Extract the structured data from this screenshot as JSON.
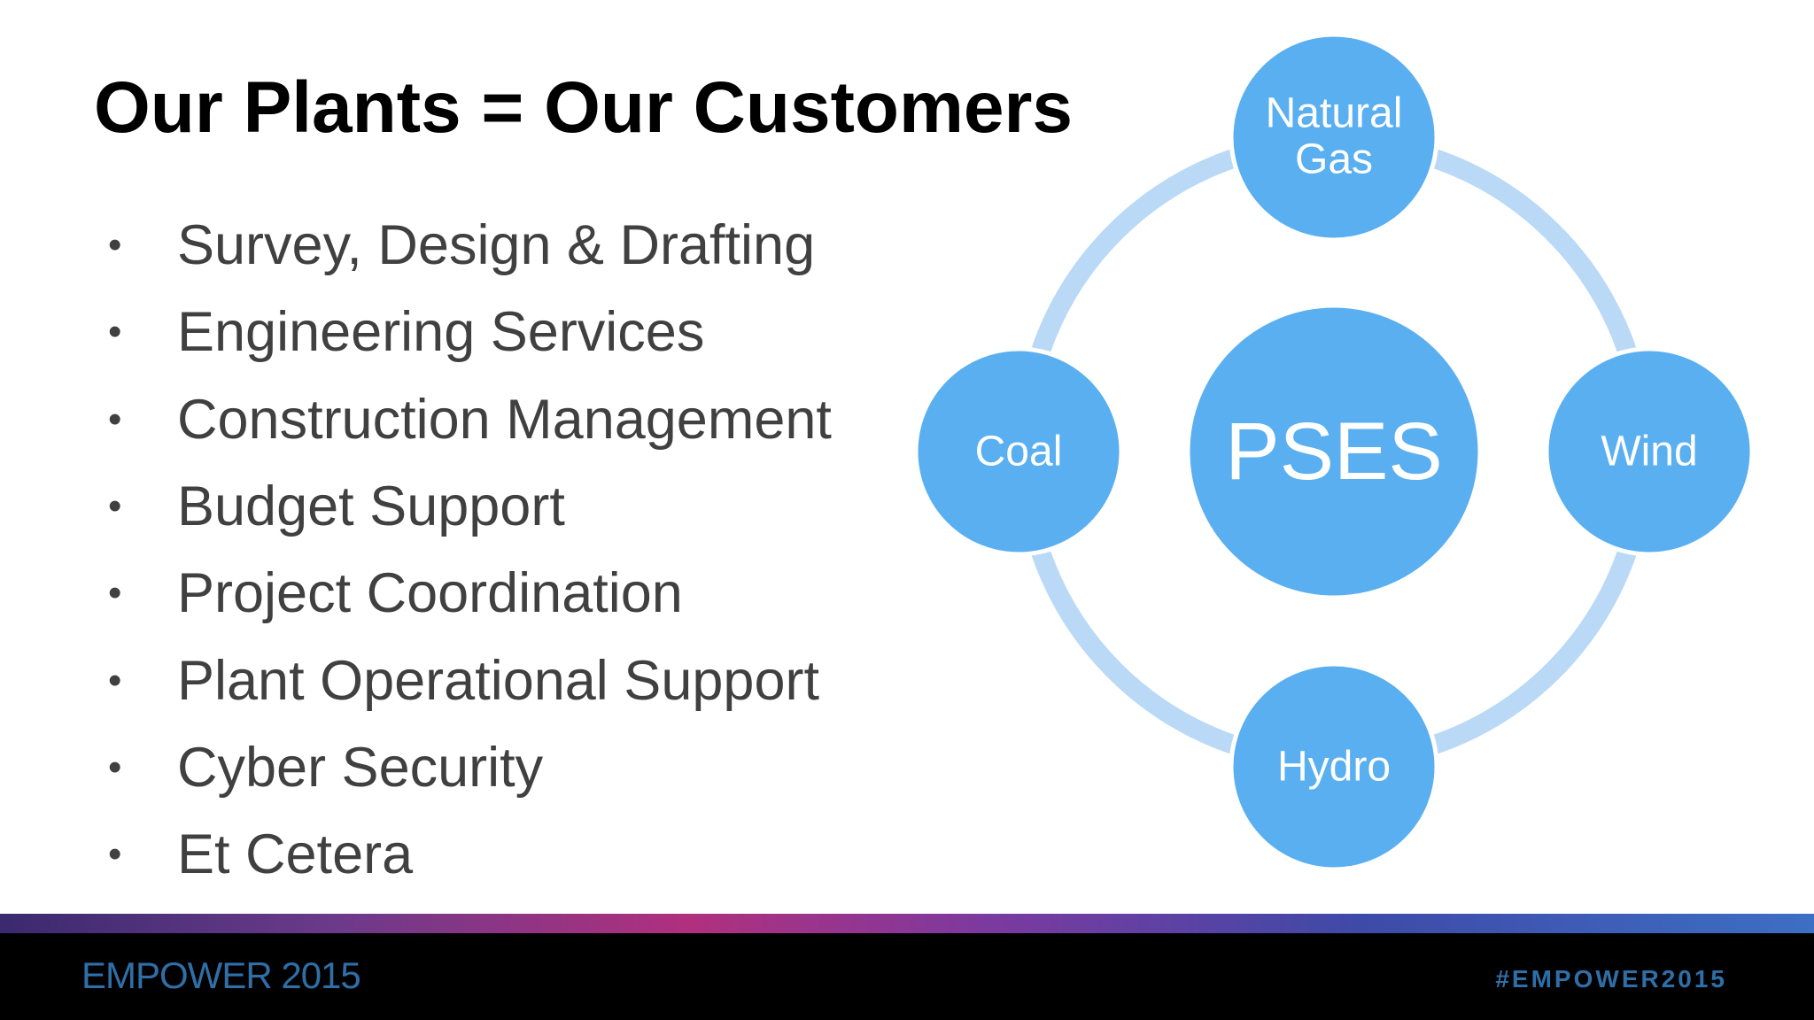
{
  "slide": {
    "title": "Our Plants = Our Customers",
    "bullets": [
      "Survey, Design & Drafting",
      "Engineering Services",
      "Construction Management",
      "Budget Support",
      "Project Coordination",
      "Plant Operational Support",
      "Cyber Security",
      "Et Cetera"
    ]
  },
  "diagram": {
    "center": "PSES",
    "nodes": {
      "top": [
        "Natural",
        "Gas"
      ],
      "left": "Coal",
      "right": "Wind",
      "bottom": "Hydro"
    },
    "colors": {
      "node_fill": "#5aaff0",
      "node_stroke": "#ffffff",
      "ring": "#b9d9f7"
    }
  },
  "footer": {
    "brand": "EMPOWER 2015",
    "hashtag": "#EMPOWER2015"
  }
}
